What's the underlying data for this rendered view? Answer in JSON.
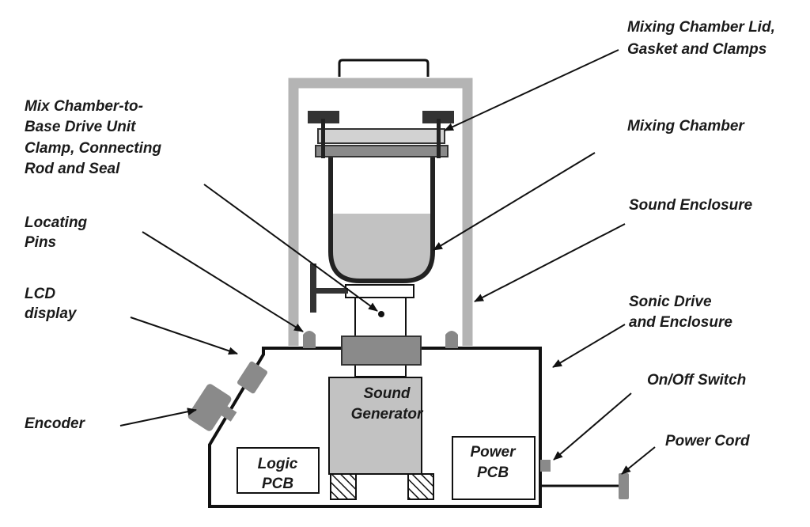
{
  "labels": {
    "lid_l1": "Mixing Chamber Lid,",
    "lid_l2": "Gasket and Clamps",
    "mixing_chamber": "Mixing Chamber",
    "sound_enclosure": "Sound Enclosure",
    "sonic_l1": "Sonic Drive",
    "sonic_l2": "and Enclosure",
    "onoff": "On/Off  Switch",
    "power_cord": "Power Cord",
    "mix_l1": "Mix Chamber-to-",
    "mix_l2": "Base Drive Unit",
    "mix_l3": "Clamp, Connecting",
    "mix_l4": "Rod and Seal",
    "pins_l1": "Locating",
    "pins_l2": "Pins",
    "lcd_l1": "LCD",
    "lcd_l2": "display",
    "encoder": "Encoder"
  },
  "components": {
    "sound_gen_l1": "Sound",
    "sound_gen_l2": "Generator",
    "logic_l1": "Logic",
    "logic_l2": "PCB",
    "power_l1": "Power",
    "power_l2": "PCB"
  }
}
